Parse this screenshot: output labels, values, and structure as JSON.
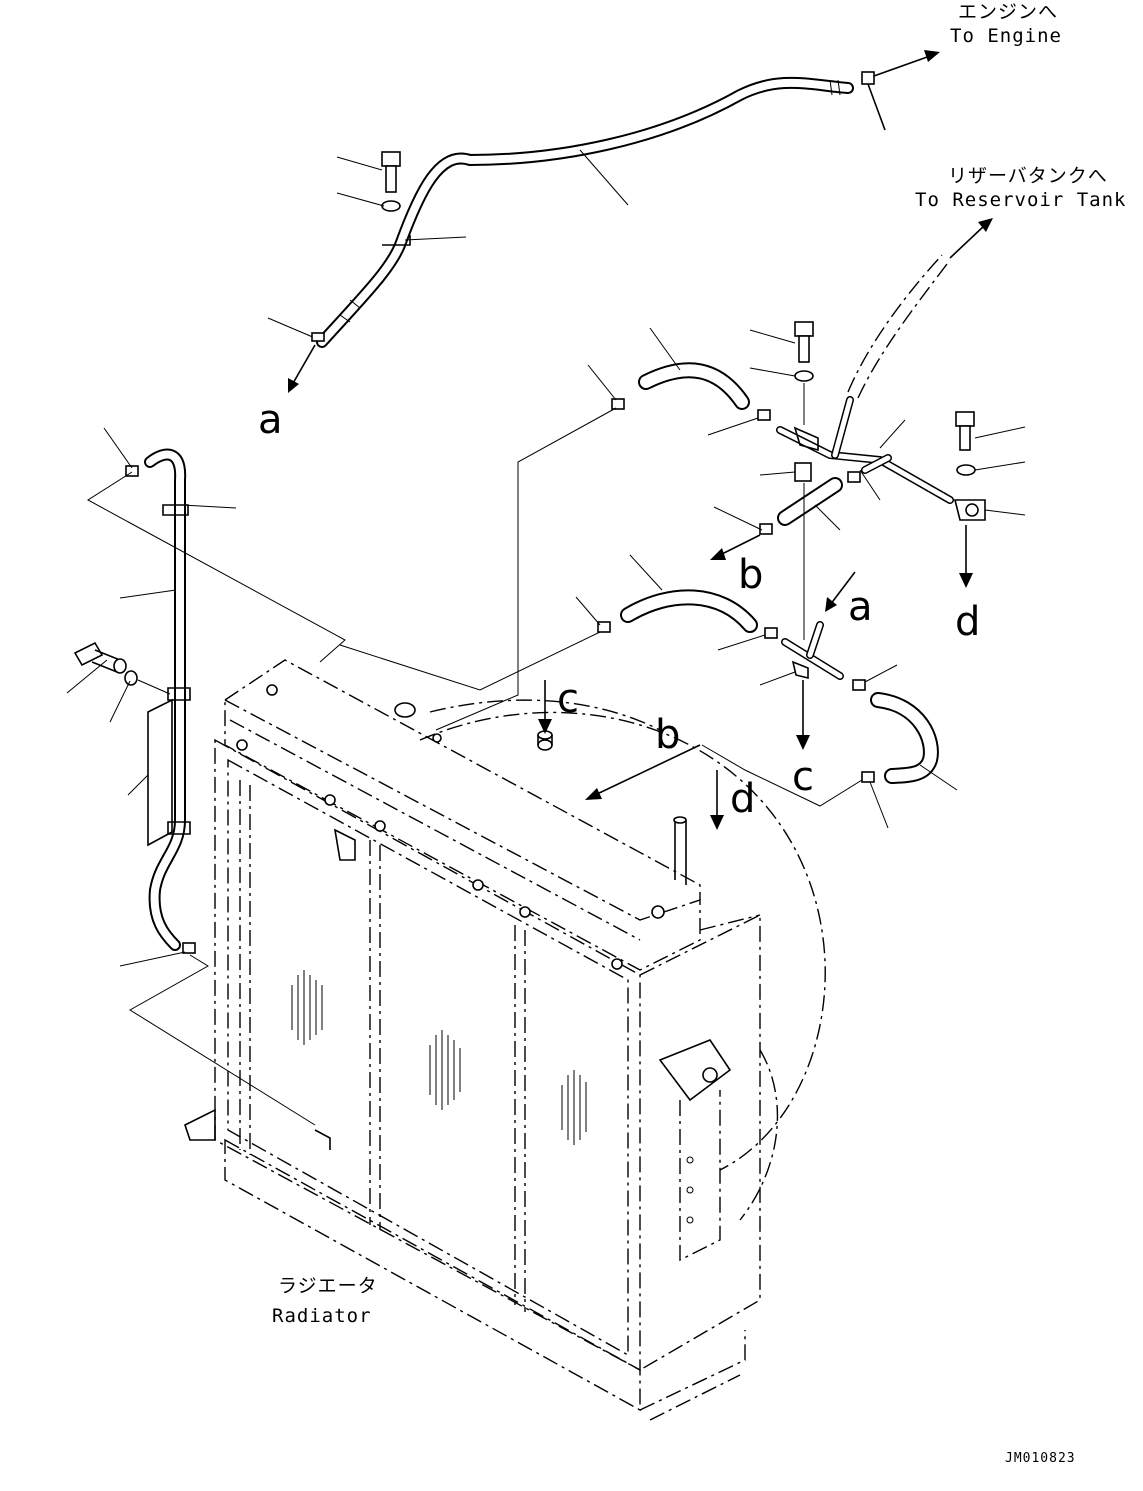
{
  "labels": {
    "engine_jp": "エンジンへ",
    "engine_en": "To Engine",
    "reservoir_jp": "リザーバタンクへ",
    "reservoir_en": "To Reservoir Tank",
    "radiator_jp": "ラジエータ",
    "radiator_en": "Radiator"
  },
  "markers": {
    "a_top": "a",
    "a_mid": "a",
    "b_mid": "b",
    "b_low": "b",
    "c_top": "c",
    "c_low": "c",
    "d_right": "d",
    "d_low": "d"
  },
  "drawing_code": "JM010823"
}
